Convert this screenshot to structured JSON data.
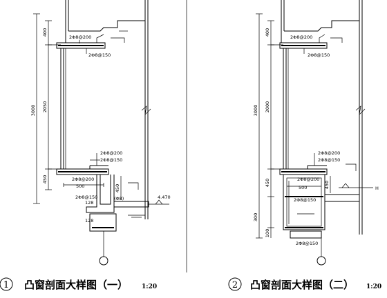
{
  "left_detail": {
    "caption_number": "1",
    "caption_title": "凸窗剖面大样图（一）",
    "caption_scale": "1:20",
    "dims_outer": "3000",
    "dims_inner": [
      "400",
      "2050",
      "450"
    ],
    "dims_bottom": [
      "128",
      "128"
    ],
    "rebar_labels": [
      "2Φ8@200",
      "2Φ8@150",
      "2Φ8@200",
      "2Φ8@150",
      "2Φ8@200",
      "2Φ8@150"
    ],
    "width_label": "500",
    "elevation": "4.470",
    "side_dim": "450",
    "note_small": "(Φ8)"
  },
  "right_detail": {
    "caption_number": "2",
    "caption_title": "凸窗剖面大样图（二）",
    "caption_scale": "1:20",
    "dims_outer": "3000",
    "dims_inner": [
      "400",
      "2000",
      "450",
      "300",
      "100"
    ],
    "rebar_labels": [
      "2Φ8@200",
      "2Φ8@150",
      "2Φ8@200",
      "2Φ8@150",
      "2Φ8@200",
      "2Φ8@150",
      "2Φ8@150"
    ],
    "width_label": "500",
    "side_dim": "450",
    "elevation_prefix": "H"
  }
}
